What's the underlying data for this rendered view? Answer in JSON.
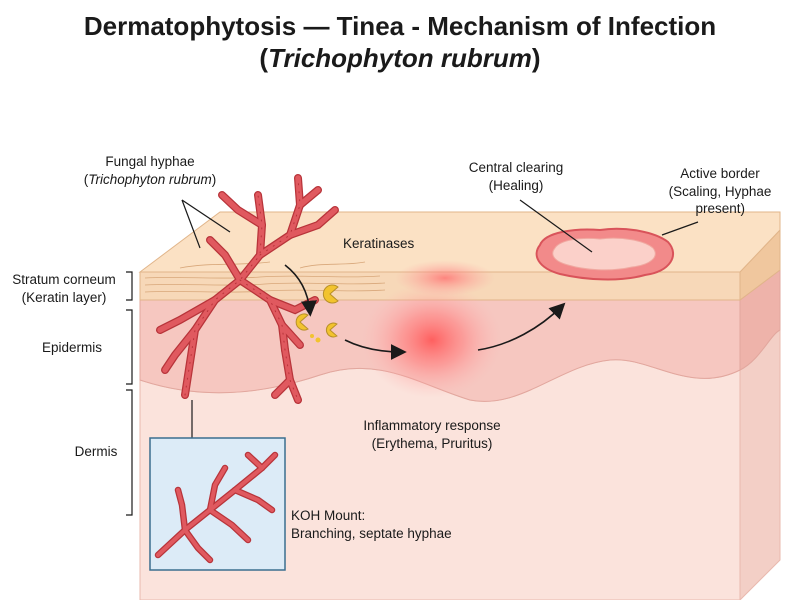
{
  "title": {
    "line1": "Dermatophytosis — Tinea - Mechanism of Infection",
    "line2_open": "(",
    "line2_italic": "Trichophyton rubrum",
    "line2_close": ")"
  },
  "labels": {
    "fungal_hyphae": {
      "line1": "Fungal hyphae",
      "line2_open": "(",
      "line2_italic": "Trichophyton rubrum",
      "line2_close": ")"
    },
    "keratinases": "Keratinases",
    "central_clearing": {
      "line1": "Central clearing",
      "line2": "(Healing)"
    },
    "active_border": {
      "line1": "Active border",
      "line2": "(Scaling, Hyphae",
      "line3": "present)"
    },
    "stratum_corneum": {
      "line1": "Stratum corneum",
      "line2": "(Keratin layer)"
    },
    "epidermis": "Epidermis",
    "dermis": "Dermis",
    "inflammatory_response": {
      "line1": "Inflammatory response",
      "line2": "(Erythema, Pruritus)"
    },
    "koh_mount": {
      "line1": "KOH Mount:",
      "line2": "Branching, septate hyphae"
    }
  },
  "colors": {
    "hyphae": "#e0595f",
    "hyphae_outline": "#b8343a",
    "stratum_corneum": "#f7d8b8",
    "epidermis": "#f6c7c0",
    "dermis": "#fbe3dc",
    "inflammation": "#ff6b6b",
    "keratinase": "#f2c32e",
    "koh_background": "#dcebf7",
    "koh_border": "#3b6e8f"
  }
}
